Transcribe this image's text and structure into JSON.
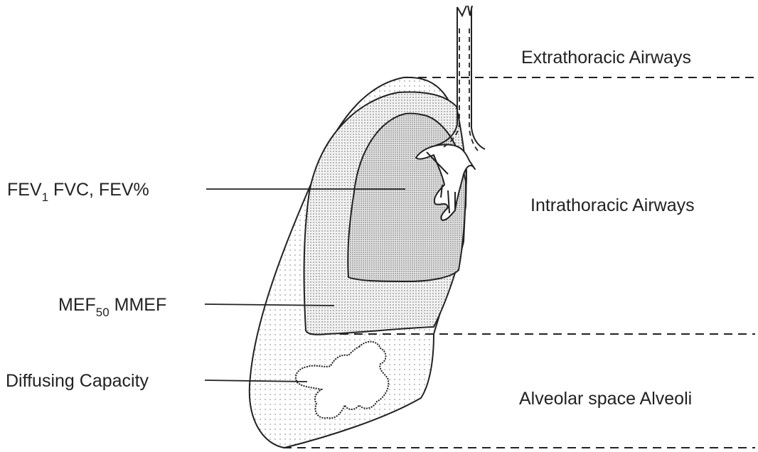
{
  "labels": {
    "fev_prefix": "FEV",
    "fev_subscript": "1",
    "fev_rest": " FVC, FEV%",
    "mef_prefix": "MEF",
    "mef_subscript": "50",
    "mef_rest": " MMEF",
    "diffusing": "Diffusing Capacity"
  },
  "regions": {
    "extrathoracic": "Extrathoracic Airways",
    "intrathoracic": "Intrathoracic Airways",
    "alveolar": "Alveolar space Alveoli"
  },
  "colors": {
    "ink": "#222222",
    "stipple_light": "#9a9a9a",
    "stipple_dense": "#7c7c7c"
  }
}
